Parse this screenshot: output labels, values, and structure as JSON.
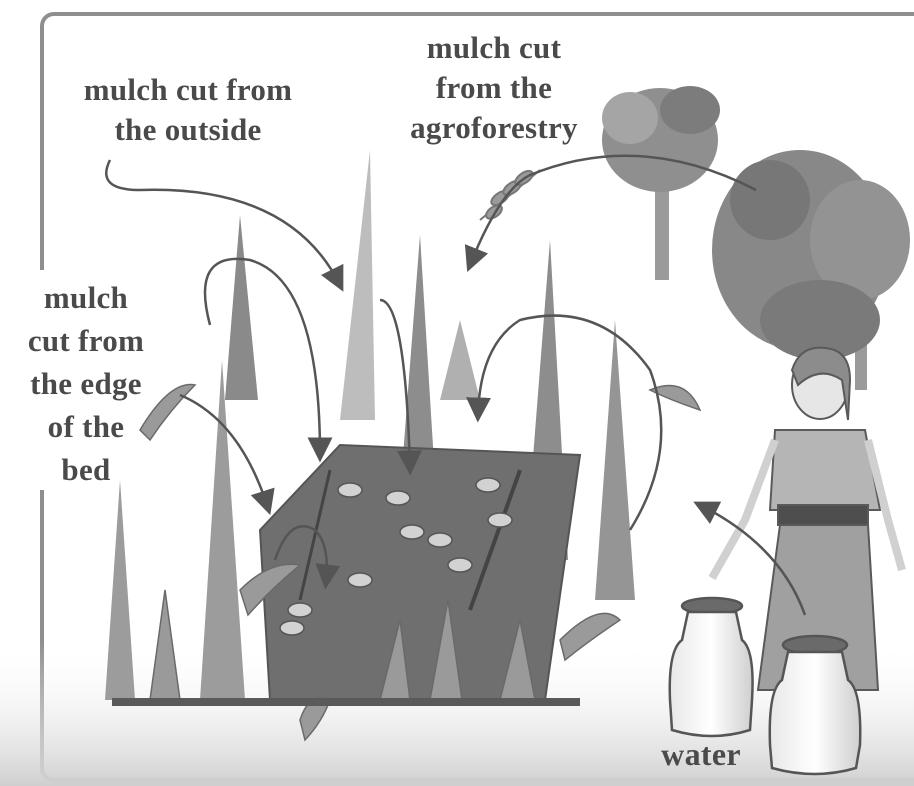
{
  "labels": {
    "outside": [
      "mulch cut from",
      "the outside"
    ],
    "agroforestry": [
      "mulch cut",
      "from the",
      "agroforestry"
    ],
    "edge": [
      "mulch",
      "cut from",
      "the edge",
      "of the",
      "bed"
    ],
    "water": "water"
  },
  "colors": {
    "text": "#4a4a4a",
    "frame": "#8e8e8e",
    "bed": "#6f6f6f",
    "foliage": "#8a8a8a",
    "arrow": "#5a5a5a"
  }
}
